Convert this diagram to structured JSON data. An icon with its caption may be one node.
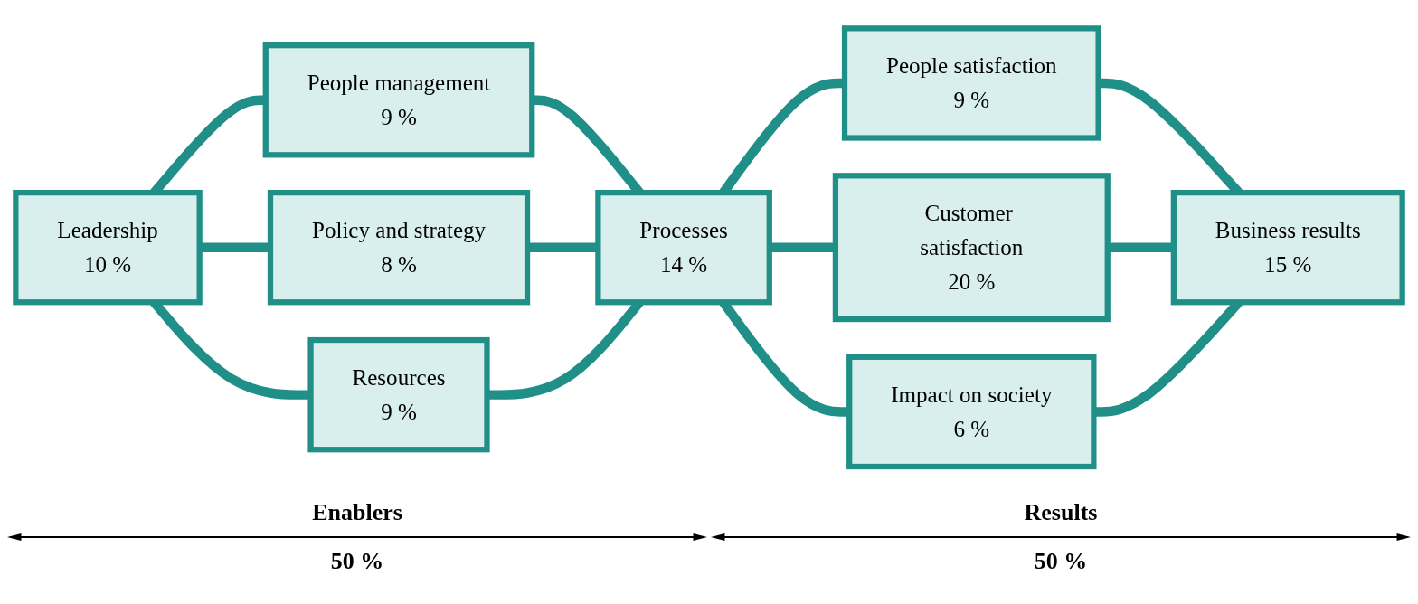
{
  "diagram": {
    "nodes": [
      {
        "text": [
          "Leadership",
          "10 %"
        ]
      },
      {
        "text": [
          "People management",
          "9 %"
        ]
      },
      {
        "text": [
          "Policy and strategy",
          "8 %"
        ]
      },
      {
        "text": [
          "Resources",
          "9 %"
        ]
      },
      {
        "text": [
          "Processes",
          "14 %"
        ]
      },
      {
        "text": [
          "People satisfaction",
          "9 %"
        ]
      },
      {
        "text": [
          "Customer satisfaction",
          "20 %"
        ]
      },
      {
        "text": [
          "Impact on society",
          "6 %"
        ]
      },
      {
        "text": [
          "Business results",
          "15 %"
        ]
      }
    ],
    "edges": [
      {
        "from": 0,
        "to": 1,
        "arrow": "none"
      },
      {
        "from": 0,
        "to": 2,
        "arrow": "none"
      },
      {
        "from": 0,
        "to": 3,
        "arrow": "none"
      },
      {
        "from": 1,
        "to": 4,
        "arrow": "none"
      },
      {
        "from": 2,
        "to": 4,
        "arrow": "none"
      },
      {
        "from": 3,
        "to": 4,
        "arrow": "none"
      },
      {
        "from": 4,
        "to": 5,
        "arrow": "none"
      },
      {
        "from": 4,
        "to": 6,
        "arrow": "none"
      },
      {
        "from": 4,
        "to": 7,
        "arrow": "none"
      },
      {
        "from": 5,
        "to": 8,
        "arrow": "none"
      },
      {
        "from": 6,
        "to": 8,
        "arrow": "none"
      },
      {
        "from": 7,
        "to": 8,
        "arrow": "none"
      }
    ],
    "labels": [
      "Enablers",
      "50 %",
      "Results",
      "50 %"
    ]
  }
}
